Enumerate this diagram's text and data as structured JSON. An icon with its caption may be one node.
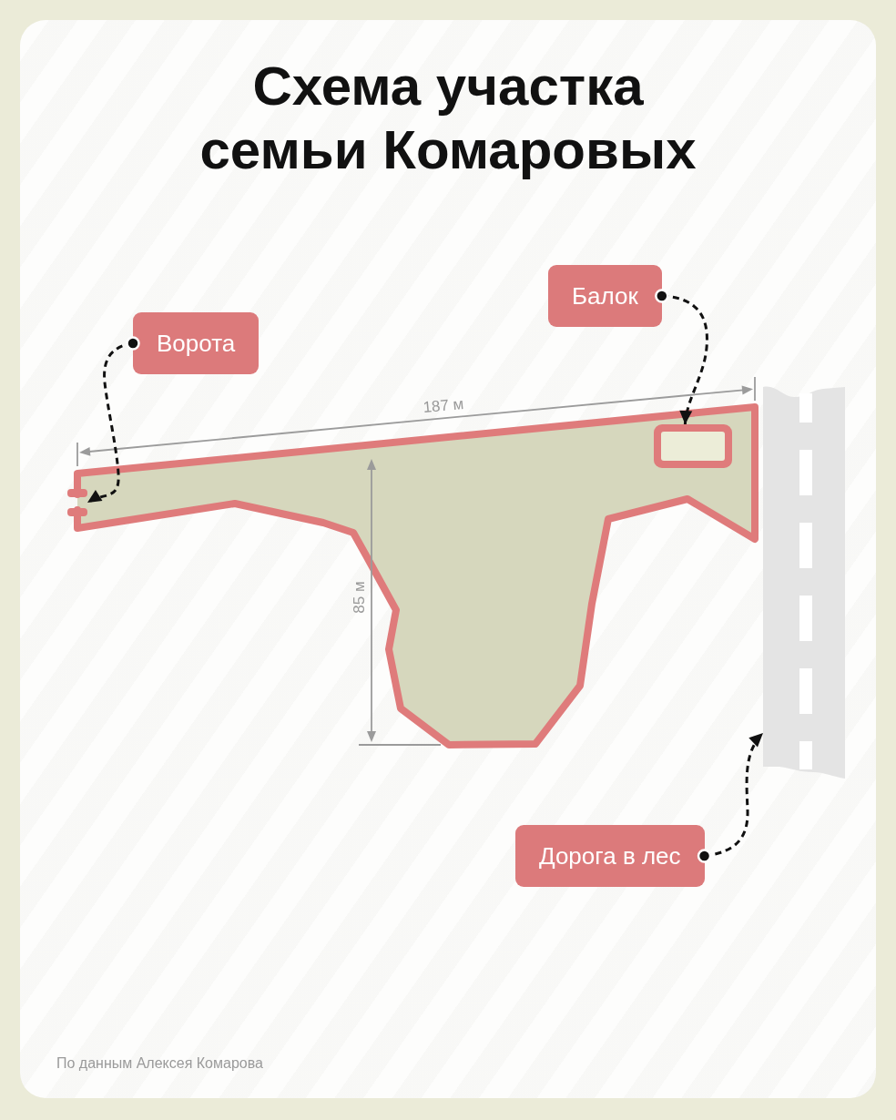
{
  "diagram": {
    "title": "Схема участка семьи Комаровых",
    "caption": "По данным Алексея Комарова",
    "nodes": [
      {
        "text": [
          "Ворота"
        ]
      },
      {
        "text": [
          "Балок"
        ]
      },
      {
        "text": [
          "Дорога в лес"
        ]
      },
      {
        "text": [],
        "shape": "bar"
      },
      {
        "text": [],
        "shape": "box"
      },
      {
        "text": [],
        "shape": "bar"
      }
    ],
    "edges": [
      {
        "from": 0,
        "to": 3,
        "arrow": "to",
        "style": "dashed"
      },
      {
        "from": 1,
        "to": 4,
        "arrow": "to",
        "style": "dashed"
      },
      {
        "from": 2,
        "to": 5,
        "arrow": "to",
        "style": "dashed"
      }
    ],
    "labels": [
      "187 м",
      "85 м"
    ]
  }
}
